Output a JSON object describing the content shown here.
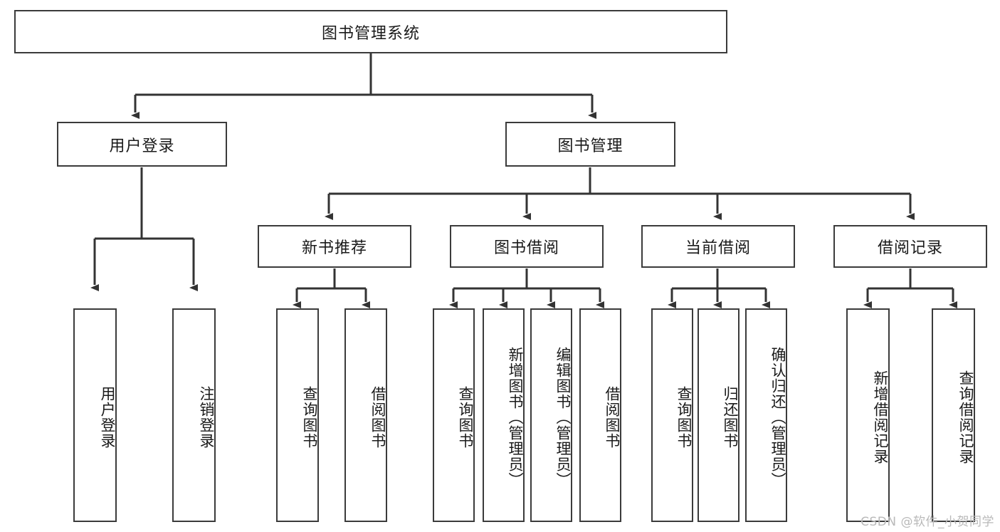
{
  "diagram": {
    "type": "tree",
    "title": "图书管理系统",
    "watermark": "CSDN @软件_小贺同学",
    "nodes": {
      "root": {
        "label": "图书管理系统",
        "level": 0
      },
      "user_login": {
        "label": "用户登录",
        "level": 1
      },
      "book_manage": {
        "label": "图书管理",
        "level": 1
      },
      "new_book_rec": {
        "label": "新书推荐",
        "level": 2
      },
      "book_borrow": {
        "label": "图书借阅",
        "level": 2
      },
      "current_borrow": {
        "label": "当前借阅",
        "level": 2
      },
      "borrow_record": {
        "label": "借阅记录",
        "level": 2
      },
      "leaf_user_login": {
        "label": "用户登录",
        "level": 3
      },
      "leaf_logout": {
        "label": "注销登录",
        "level": 3
      },
      "leaf_query_book_1": {
        "label": "查询图书",
        "level": 3
      },
      "leaf_borrow_book_1": {
        "label": "借阅图书",
        "level": 3
      },
      "leaf_query_book_2": {
        "label": "查询图书",
        "level": 3
      },
      "leaf_add_book": {
        "label": "新增图书（管理员）",
        "level": 3
      },
      "leaf_edit_book": {
        "label": "编辑图书（管理员）",
        "level": 3
      },
      "leaf_borrow_book_2": {
        "label": "借阅图书",
        "level": 3
      },
      "leaf_query_book_3": {
        "label": "查询图书",
        "level": 3
      },
      "leaf_return_book": {
        "label": "归还图书",
        "level": 3
      },
      "leaf_confirm_return": {
        "label": "确认归还（管理员）",
        "level": 3
      },
      "leaf_add_record": {
        "label": "新增借阅记录",
        "level": 3
      },
      "leaf_query_record": {
        "label": "查询借阅记录",
        "level": 3
      }
    },
    "edges": [
      {
        "from": "root",
        "to": "user_login"
      },
      {
        "from": "root",
        "to": "book_manage"
      },
      {
        "from": "user_login",
        "to": "leaf_user_login"
      },
      {
        "from": "user_login",
        "to": "leaf_logout"
      },
      {
        "from": "book_manage",
        "to": "new_book_rec"
      },
      {
        "from": "book_manage",
        "to": "book_borrow"
      },
      {
        "from": "book_manage",
        "to": "current_borrow"
      },
      {
        "from": "book_manage",
        "to": "borrow_record"
      },
      {
        "from": "new_book_rec",
        "to": "leaf_query_book_1"
      },
      {
        "from": "new_book_rec",
        "to": "leaf_borrow_book_1"
      },
      {
        "from": "book_borrow",
        "to": "leaf_query_book_2"
      },
      {
        "from": "book_borrow",
        "to": "leaf_add_book"
      },
      {
        "from": "book_borrow",
        "to": "leaf_edit_book"
      },
      {
        "from": "book_borrow",
        "to": "leaf_borrow_book_2"
      },
      {
        "from": "current_borrow",
        "to": "leaf_query_book_3"
      },
      {
        "from": "current_borrow",
        "to": "leaf_return_book"
      },
      {
        "from": "current_borrow",
        "to": "leaf_confirm_return"
      },
      {
        "from": "borrow_record",
        "to": "leaf_add_record"
      },
      {
        "from": "borrow_record",
        "to": "leaf_query_record"
      }
    ],
    "colors": {
      "border": "#3b3b3b",
      "fill": "#ffffff",
      "text": "#1a1a1a",
      "edge": "#333333",
      "watermark": "#b9b9b9"
    }
  }
}
